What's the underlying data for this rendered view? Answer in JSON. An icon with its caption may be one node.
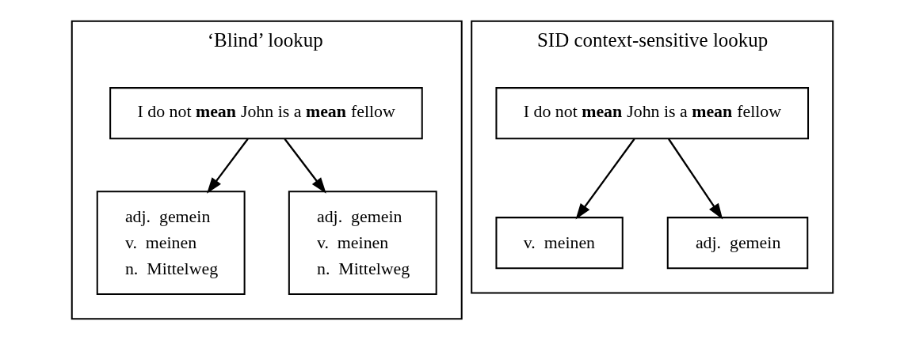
{
  "diagram": {
    "nodes": [
      {
        "text": [
          "‘Blind’ lookup"
        ]
      },
      {
        "text": [
          "I do not **mean** John is a **mean** fellow"
        ],
        "in": 0
      },
      {
        "text": [
          "adj.  gemein",
          "v.  meinen",
          "n.  Mittelweg"
        ],
        "in": 0
      },
      {
        "text": [
          "adj.  gemein",
          "v.  meinen",
          "n.  Mittelweg"
        ],
        "in": 0
      },
      {
        "text": [
          "SID context-sensitive lookup"
        ]
      },
      {
        "text": [
          "I do not **mean** John is a **mean** fellow"
        ],
        "in": 4
      },
      {
        "text": [
          "v.  meinen"
        ],
        "in": 4
      },
      {
        "text": [
          "adj.  gemein"
        ],
        "in": 4
      }
    ],
    "edges": [
      {
        "from": 1,
        "to": 2,
        "arrow": "to"
      },
      {
        "from": 1,
        "to": 3,
        "arrow": "to"
      },
      {
        "from": 5,
        "to": 6,
        "arrow": "to"
      },
      {
        "from": 5,
        "to": 7,
        "arrow": "to"
      }
    ]
  }
}
